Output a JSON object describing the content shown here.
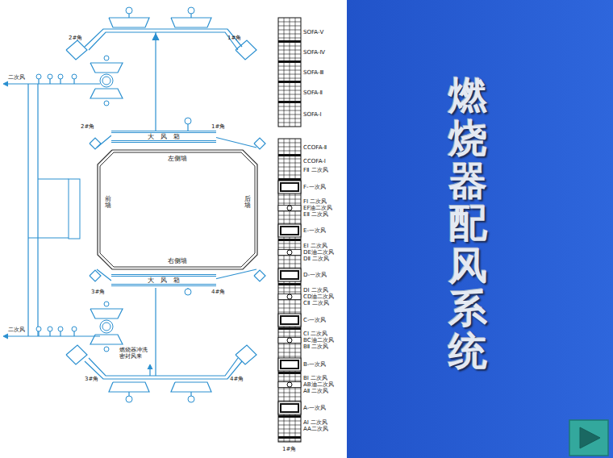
{
  "diagram": {
    "title": "燃烧器配风系统",
    "nodes": [
      {
        "text": [
          "大风箱"
        ]
      },
      {
        "text": [
          "左侧墙",
          "前墙",
          "后墙",
          "右侧墙"
        ]
      },
      {
        "text": [
          "大风箱"
        ]
      }
    ],
    "labels": [
      "2#角",
      "1#角",
      "二次风",
      "2#角",
      "1#角",
      "3#角",
      "4#角",
      "二次风",
      "燃烧器冲洗密封风来",
      "3#角",
      "4#角",
      "SOFA-Ⅴ",
      "SOFA-Ⅳ",
      "SOFA-Ⅲ",
      "SOFA-Ⅱ",
      "SOFA-Ⅰ",
      "CCOFA-Ⅱ",
      "CCOFA-Ⅰ",
      "FⅡ 二次风",
      "F-一次风",
      "FⅠ 二次风",
      "EF油二次风",
      "EⅡ 二次风",
      "E-一次风",
      "EⅠ 二次风",
      "DE油二次风",
      "DⅡ 二次风",
      "D-一次风",
      "DⅠ 二次风",
      "CD油二次风",
      "CⅡ 二次风",
      "C-一次风",
      "CⅠ 二次风",
      "BC油二次风",
      "BⅡ 二次风",
      "B-一次风",
      "BⅠ 二次风",
      "AB油二次风",
      "AⅡ 二次风",
      "A-一次风",
      "AⅠ 二次风",
      "AA二次风",
      "1#角"
    ]
  }
}
